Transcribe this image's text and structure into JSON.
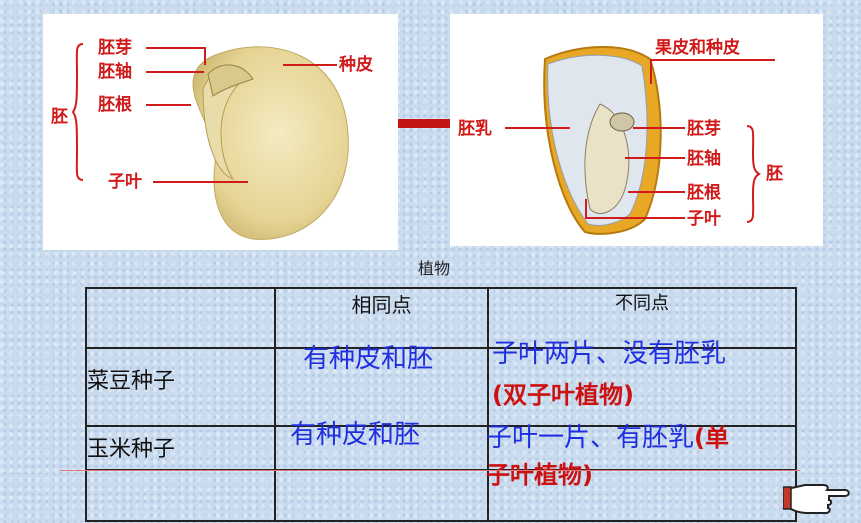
{
  "left_diagram": {
    "labels": {
      "pei": "胚",
      "peiya": "胚芽",
      "peizhou": "胚轴",
      "peigen": "胚根",
      "ziye": "子叶",
      "zhongpi": "种皮"
    }
  },
  "right_diagram": {
    "labels": {
      "guopi": "果皮和种皮",
      "peiru": "胚乳",
      "peiya": "胚芽",
      "peizhou": "胚轴",
      "peigen": "胚根",
      "ziye": "子叶",
      "pei": "胚"
    }
  },
  "caption": "植物",
  "table": {
    "header_same": "相同点",
    "header_diff": "不同点",
    "row1_label": "菜豆种子",
    "row1_same": "有种皮和胚",
    "row1_diff_blue": "子叶两片、没有胚乳",
    "row1_diff_red": "(双子叶植物)",
    "row2_label": "玉米种子",
    "row2_same": "有种皮和胚",
    "row2_diff_blue": "子叶一片、有胚乳",
    "row2_diff_red_a": "(单",
    "row2_diff_red_b": "子叶植物)"
  },
  "colors": {
    "accent_red": "#d11a1a",
    "text_blue": "#1f2ee0",
    "background": "#c9dbef"
  },
  "icons": [
    "pointing-hand-icon"
  ]
}
